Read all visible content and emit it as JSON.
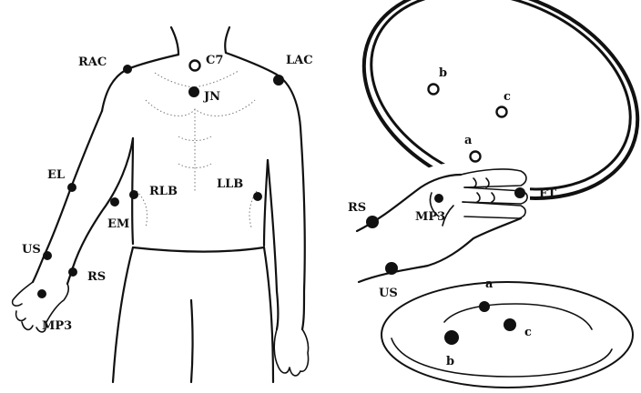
{
  "left_figure": {
    "markers": [
      {
        "id": "RAC",
        "label": "RAC",
        "style": "filled"
      },
      {
        "id": "LAC",
        "label": "LAC",
        "style": "filled"
      },
      {
        "id": "C7",
        "label": "C7",
        "style": "open"
      },
      {
        "id": "JN",
        "label": "JN",
        "style": "filled"
      },
      {
        "id": "EL",
        "label": "EL",
        "style": "filled"
      },
      {
        "id": "EM",
        "label": "EM",
        "style": "filled"
      },
      {
        "id": "RLB",
        "label": "RLB",
        "style": "filled"
      },
      {
        "id": "LLB",
        "label": "LLB",
        "style": "filled"
      },
      {
        "id": "US",
        "label": "US",
        "style": "filled"
      },
      {
        "id": "RS",
        "label": "RS",
        "style": "filled"
      },
      {
        "id": "MP3",
        "label": "MP3",
        "style": "filled"
      }
    ]
  },
  "right_figure": {
    "markers": [
      {
        "id": "b",
        "label": "b",
        "style": "open"
      },
      {
        "id": "c",
        "label": "c",
        "style": "open"
      },
      {
        "id": "a",
        "label": "a",
        "style": "open"
      },
      {
        "id": "FT",
        "label": "FT",
        "style": "filled"
      },
      {
        "id": "MP3",
        "label": "MP3",
        "style": "filled"
      },
      {
        "id": "RS",
        "label": "RS",
        "style": "filled"
      },
      {
        "id": "US",
        "label": "US",
        "style": "filled"
      }
    ]
  },
  "plate_figure": {
    "markers": [
      {
        "id": "a",
        "label": "a",
        "style": "filled"
      },
      {
        "id": "c",
        "label": "c",
        "style": "filled"
      },
      {
        "id": "b",
        "label": "b",
        "style": "filled"
      }
    ]
  }
}
